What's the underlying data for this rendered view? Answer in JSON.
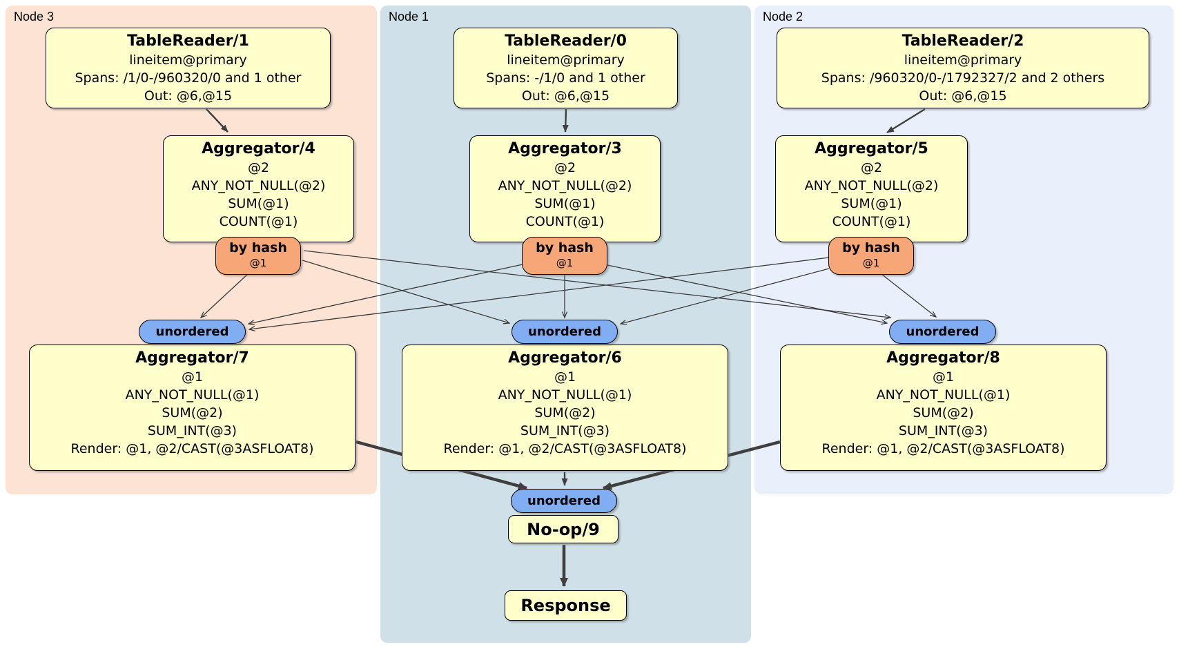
{
  "colors": {
    "region_node3_bg": "#fce3d3",
    "region_node1_bg": "#cfe0e9",
    "region_node2_bg": "#e9effb",
    "processor_bg": "#ffffcc",
    "router_bg": "#f7a678",
    "sync_bg": "#81adf3",
    "edge": "#3f3f3f",
    "border": "#000000"
  },
  "regions": {
    "node3": {
      "label": "Node 3"
    },
    "node1": {
      "label": "Node 1"
    },
    "node2": {
      "label": "Node 2"
    }
  },
  "processors": {
    "tablereader1": {
      "title": "TableReader/1",
      "lines": [
        "lineitem@primary",
        "Spans: /1/0-/960320/0 and 1 other",
        "Out: @6,@15"
      ]
    },
    "tablereader0": {
      "title": "TableReader/0",
      "lines": [
        "lineitem@primary",
        "Spans: -/1/0 and 1 other",
        "Out: @6,@15"
      ]
    },
    "tablereader2": {
      "title": "TableReader/2",
      "lines": [
        "lineitem@primary",
        "Spans: /960320/0-/1792327/2 and 2 others",
        "Out: @6,@15"
      ]
    },
    "aggregator4": {
      "title": "Aggregator/4",
      "lines": [
        "@2",
        "ANY_NOT_NULL(@2)",
        "SUM(@1)",
        "COUNT(@1)"
      ]
    },
    "aggregator3": {
      "title": "Aggregator/3",
      "lines": [
        "@2",
        "ANY_NOT_NULL(@2)",
        "SUM(@1)",
        "COUNT(@1)"
      ]
    },
    "aggregator5": {
      "title": "Aggregator/5",
      "lines": [
        "@2",
        "ANY_NOT_NULL(@2)",
        "SUM(@1)",
        "COUNT(@1)"
      ]
    },
    "aggregator7": {
      "title": "Aggregator/7",
      "lines": [
        "@1",
        "ANY_NOT_NULL(@1)",
        "SUM(@2)",
        "SUM_INT(@3)",
        "Render: @1, @2/CAST(@3ASFLOAT8)"
      ]
    },
    "aggregator6": {
      "title": "Aggregator/6",
      "lines": [
        "@1",
        "ANY_NOT_NULL(@1)",
        "SUM(@2)",
        "SUM_INT(@3)",
        "Render: @1, @2/CAST(@3ASFLOAT8)"
      ]
    },
    "aggregator8": {
      "title": "Aggregator/8",
      "lines": [
        "@1",
        "ANY_NOT_NULL(@1)",
        "SUM(@2)",
        "SUM_INT(@3)",
        "Render: @1, @2/CAST(@3ASFLOAT8)"
      ]
    },
    "noop9": {
      "title": "No-op/9"
    },
    "response": {
      "title": "Response"
    }
  },
  "routers": {
    "byhash4": {
      "label": "by hash",
      "detail": "@1"
    },
    "byhash3": {
      "label": "by hash",
      "detail": "@1"
    },
    "byhash5": {
      "label": "by hash",
      "detail": "@1"
    }
  },
  "streams": {
    "unordered_left": {
      "label": "unordered"
    },
    "unordered_center": {
      "label": "unordered"
    },
    "unordered_right": {
      "label": "unordered"
    },
    "unordered_final": {
      "label": "unordered"
    }
  }
}
